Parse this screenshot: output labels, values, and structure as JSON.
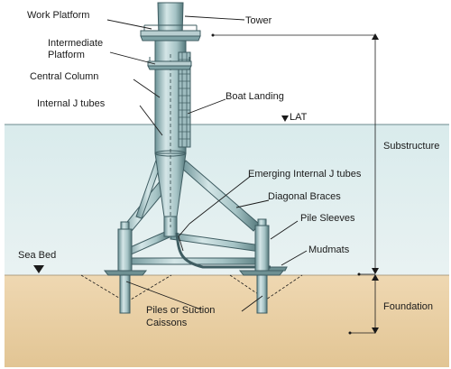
{
  "labels": {
    "work_platform": "Work Platform",
    "tower": "Tower",
    "intermediate_platform_line1": "Intermediate",
    "intermediate_platform_line2": "Platform",
    "central_column": "Central Column",
    "internal_j_tubes": "Internal J tubes",
    "boat_landing": "Boat Landing",
    "lat": "LAT",
    "substructure": "Substructure",
    "emerging_internal_j_tubes": "Emerging Internal J tubes",
    "diagonal_braces": "Diagonal Braces",
    "pile_sleeves": "Pile Sleeves",
    "mudmats": "Mudmats",
    "sea_bed": "Sea Bed",
    "foundation": "Foundation",
    "piles_line1": "Piles or Suction",
    "piles_line2": "Caissons"
  },
  "colors": {
    "water": "#dfeeef",
    "seabed": "#e8cfa5",
    "steel_light": "#bfd6d8",
    "steel_mid": "#8fb2b5",
    "steel_dark": "#5f8588",
    "outline": "#3f5d62"
  }
}
